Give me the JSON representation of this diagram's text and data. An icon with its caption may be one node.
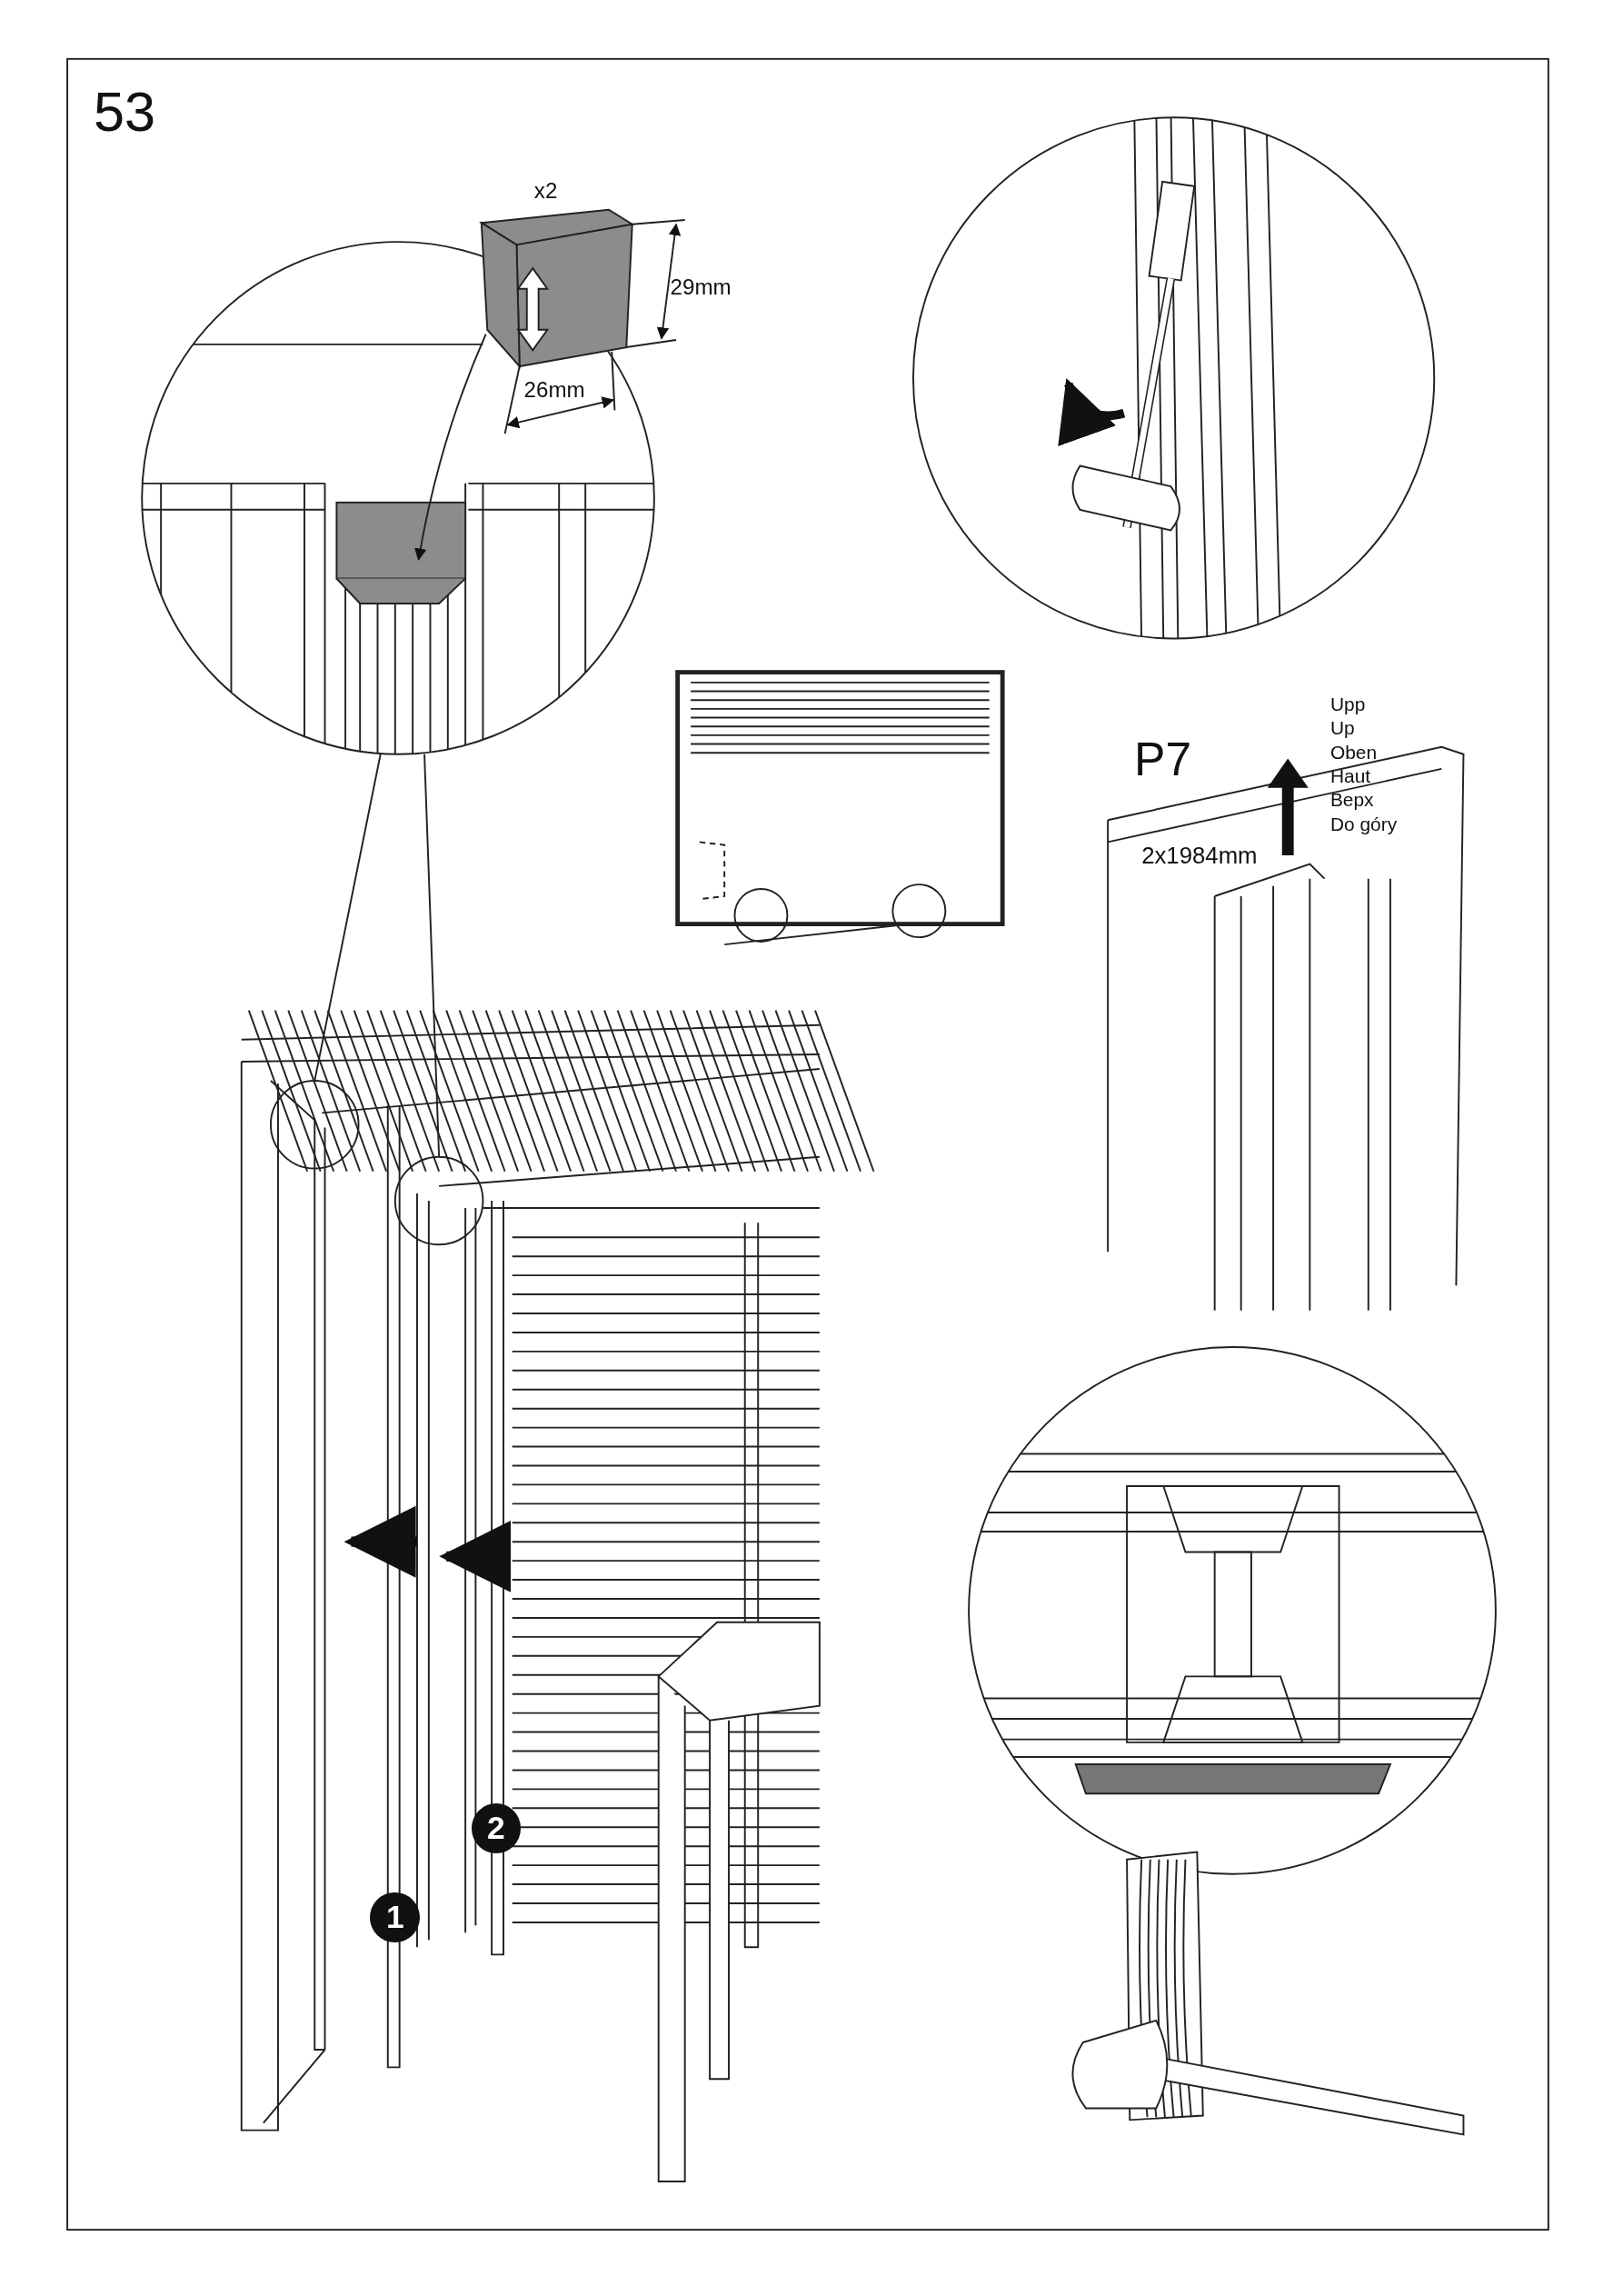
{
  "diagram": {
    "labels": [
      "53",
      "x2",
      "29mm",
      "26mm",
      "P7",
      "2x1984mm",
      "Upp",
      "Up",
      "Oben",
      "Haut",
      "Верх",
      "Do góry",
      "2",
      "1"
    ]
  }
}
